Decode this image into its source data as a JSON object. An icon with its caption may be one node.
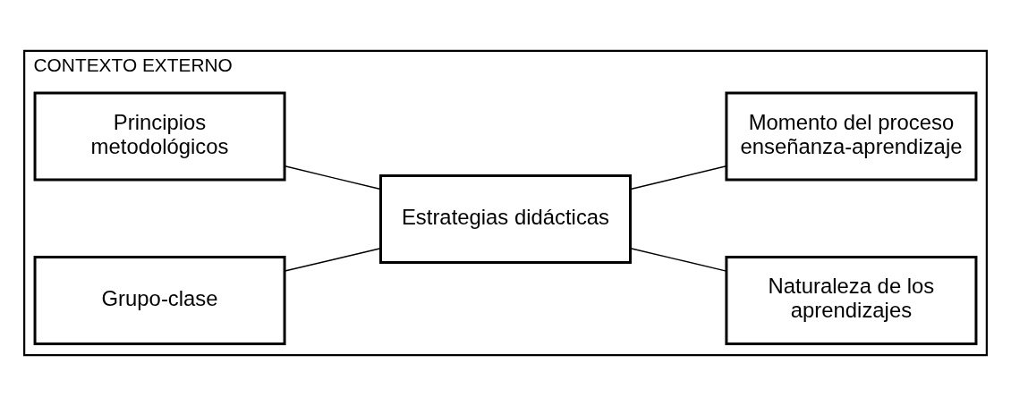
{
  "diagram": {
    "nodes": [
      {
        "text": [
          "CONTEXTO EXTERNO"
        ]
      },
      {
        "text": [
          "Principios metodológicos"
        ],
        "in": 0
      },
      {
        "text": [
          "Naturaleza de los aprendizajes"
        ],
        "in": 0
      },
      {
        "text": [
          "Estrategias didácticas"
        ],
        "in": 0
      },
      {
        "text": [
          "Grupo-clase"
        ],
        "in": 0
      },
      {
        "text": [
          "Momento del proceso enseñanza-aprendizaje"
        ],
        "in": 0
      }
    ],
    "edges": [
      {
        "from": 1,
        "to": 3,
        "arrow": "none"
      },
      {
        "from": 3,
        "to": 2,
        "arrow": "none"
      },
      {
        "from": 4,
        "to": 3,
        "arrow": "none"
      },
      {
        "from": 3,
        "to": 5,
        "arrow": "none"
      }
    ]
  }
}
